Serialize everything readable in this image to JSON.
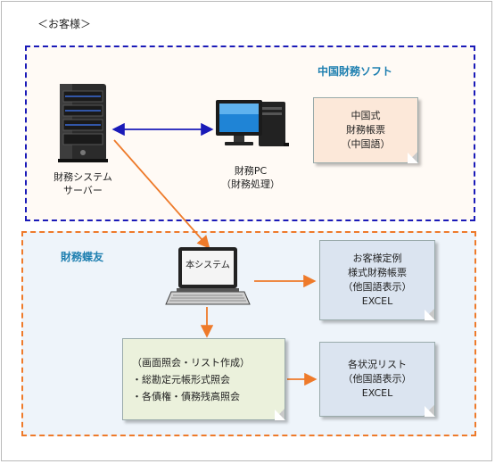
{
  "caption": "＜お客様＞",
  "top_zone": {
    "title": "中国財務ソフト"
  },
  "bottom_zone": {
    "title": "財務蝶友"
  },
  "server": {
    "line1": "財務システム",
    "line2": "サーバー"
  },
  "pc": {
    "line1": "財務PC",
    "line2": "（財務処理）"
  },
  "top_note": {
    "line1": "中国式",
    "line2": "財務帳票",
    "line3": "（中国語）"
  },
  "laptop": {
    "screen_label": "本システム"
  },
  "report1": {
    "line1": "お客様定例",
    "line2": "様式財務帳票",
    "line3": "（他国語表示）",
    "line4": "EXCEL"
  },
  "report2": {
    "line1": "各状況リスト",
    "line2": "（他国語表示）",
    "line3": "EXCEL"
  },
  "functions": {
    "line1": "（画面照会・リスト作成）",
    "line2": "・総勘定元帳形式照会",
    "line3": "・各債権・債務残高照会"
  },
  "colors": {
    "blue_zone": "#1a1ab8",
    "orange_zone": "#ee7a2a",
    "title_text": "#1e7fb0"
  }
}
